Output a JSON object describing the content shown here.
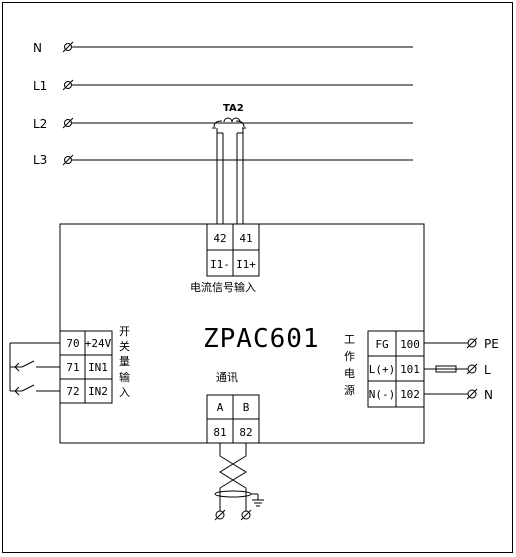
{
  "lines": [
    {
      "label": "N"
    },
    {
      "label": "L1"
    },
    {
      "label": "L2"
    },
    {
      "label": "L3"
    }
  ],
  "ct_label": "TA2",
  "device_model": "ZPAC601",
  "current_input": {
    "terminals_top": [
      "42",
      "41"
    ],
    "terminals_bottom": [
      "I1-",
      "I1+"
    ],
    "caption": "电流信号输入"
  },
  "switch_input": {
    "caption_chars": [
      "开",
      "关",
      "量",
      "输",
      "入"
    ],
    "rows": [
      {
        "num": "70",
        "name": "+24V"
      },
      {
        "num": "71",
        "name": "IN1"
      },
      {
        "num": "72",
        "name": "IN2"
      }
    ]
  },
  "comm": {
    "caption": "通讯",
    "terminals_top": [
      "A",
      "B"
    ],
    "terminals_bottom": [
      "81",
      "82"
    ]
  },
  "power": {
    "caption_chars": [
      "工",
      "作",
      "电",
      "源"
    ],
    "rows": [
      {
        "name": "FG",
        "num": "100",
        "ext": "PE"
      },
      {
        "name": "L(+)",
        "num": "101",
        "ext": "L"
      },
      {
        "name": "N(-)",
        "num": "102",
        "ext": "N"
      }
    ]
  }
}
